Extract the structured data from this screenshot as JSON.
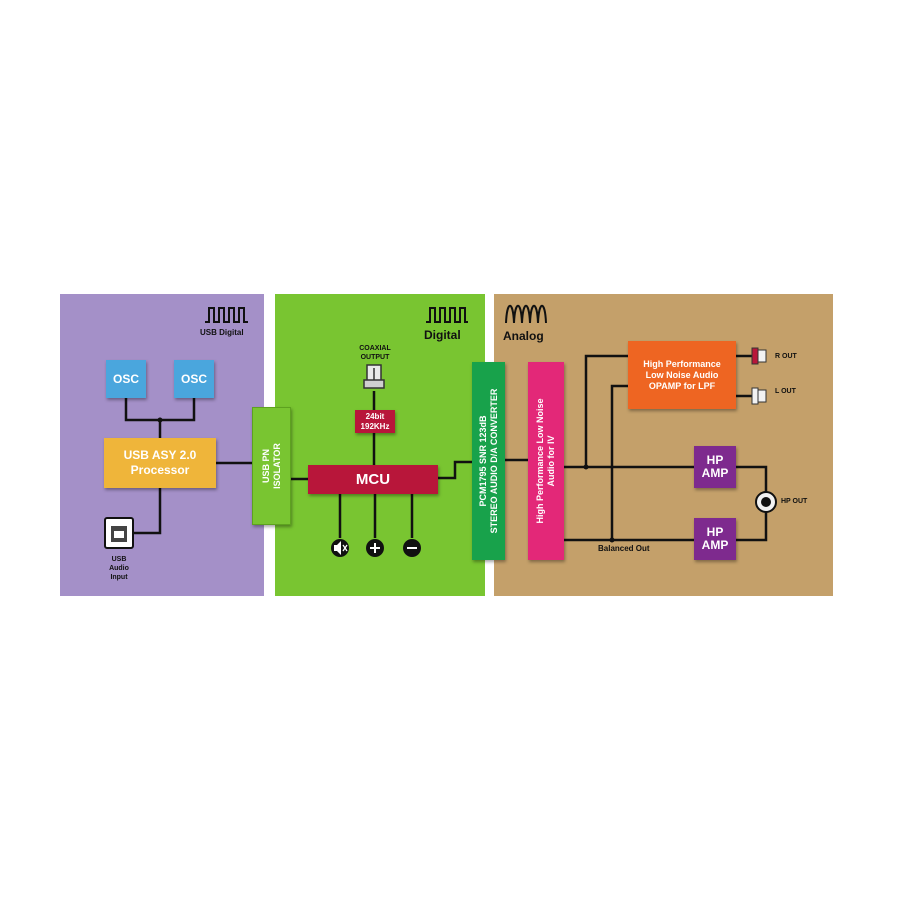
{
  "usb_panel": {
    "title": "USB Digital",
    "osc1": "OSC",
    "osc2": "OSC",
    "processor_line1": "USB ASY 2.0",
    "processor_line2": "Processor",
    "input_line1": "USB",
    "input_line2": "Audio",
    "input_line3": "Input"
  },
  "isolator": {
    "line1": "USB PN",
    "line2": "ISOLATOR"
  },
  "digital_panel": {
    "title": "Digital",
    "coax_line1": "COAXIAL",
    "coax_line2": "OUTPUT",
    "rate_line1": "24bit",
    "rate_line2": "192KHz",
    "mcu": "MCU"
  },
  "dac": {
    "line1": "PCM1795 SNR 123dB",
    "line2": "STEREO AUDIO D/A CONVERTER"
  },
  "analog_panel": {
    "title": "Analog",
    "iv_line1": "High Performance Low Noise",
    "iv_line2": "Audio for IV",
    "lpf_line1": "High Performance",
    "lpf_line2": "Low Noise Audio",
    "lpf_line3": "OPAMP for LPF",
    "r_out": "R OUT",
    "l_out": "L OUT",
    "hp1_line1": "HP",
    "hp1_line2": "AMP",
    "hp2_line1": "HP",
    "hp2_line2": "AMP",
    "hp_out": "HP OUT",
    "balanced_out": "Balanced Out"
  },
  "colors": {
    "usb_panel": "#a490c8",
    "digital_panel": "#79c531",
    "analog_panel": "#c4a06a",
    "osc": "#4aa6dd",
    "processor": "#efb53a",
    "mcu": "#b8163a",
    "dac": "#18a24b",
    "iv": "#e32878",
    "lpf": "#ee6522",
    "hp_amp": "#7e2a8e"
  },
  "icons": [
    "square-wave-icon",
    "analog-wave-icon",
    "usb-b-port-icon",
    "coaxial-connector-icon",
    "mute-icon",
    "plus-icon",
    "minus-icon",
    "rca-jack-icon",
    "headphone-jack-icon"
  ]
}
